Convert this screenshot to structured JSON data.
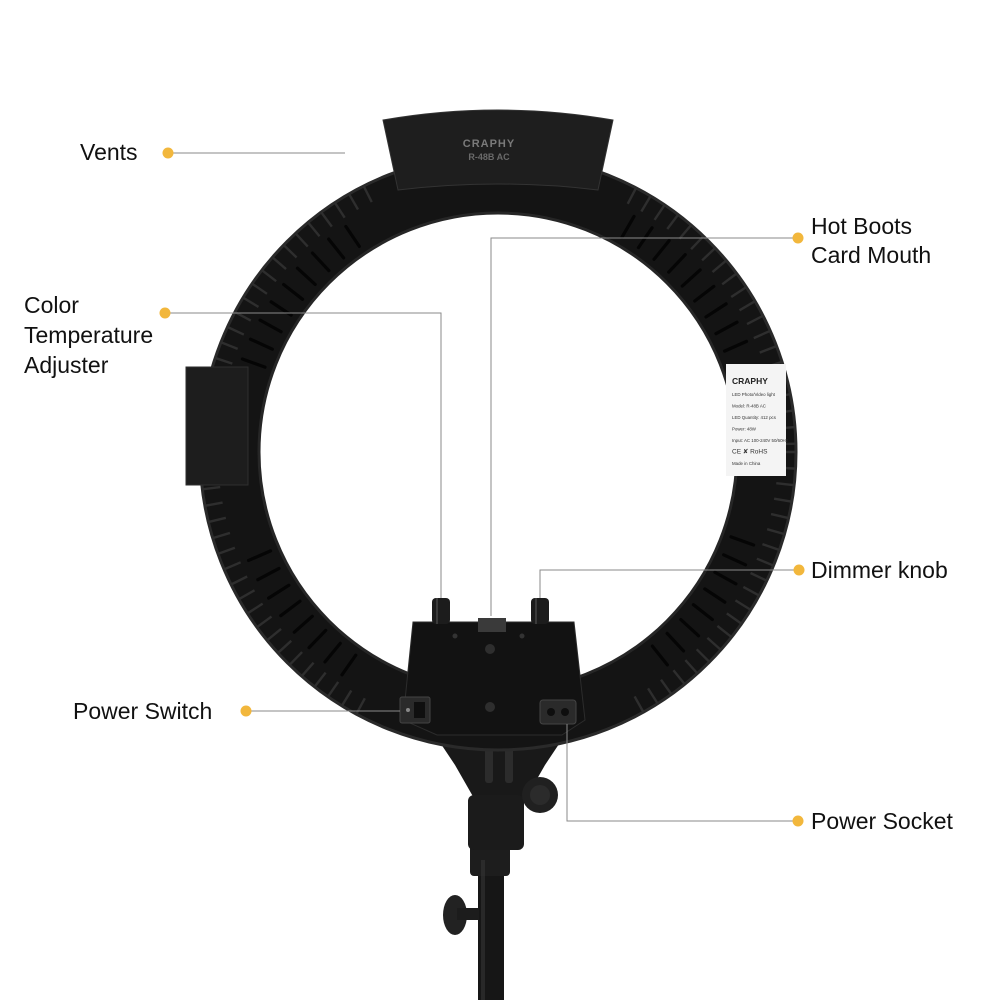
{
  "colors": {
    "accent_dot": "#f2b73c",
    "body": "#141414",
    "leader": "#8a8a8a",
    "label_panel": "#f4f4f4"
  },
  "device": {
    "top_brand": "CRAPHY",
    "top_model": "R-48B AC",
    "label_brand": "CRAPHY",
    "label_lines": [
      "LED Photo/Video light",
      "Model: R-48B AC",
      "LED Quantity: 412 pcs",
      "Power: 48W",
      "Input: AC 100-240V 50/60Hz",
      "CE  ✘  RoHS",
      "Made in China"
    ]
  },
  "callouts": [
    {
      "id": "vents",
      "lines": [
        "Vents"
      ],
      "icon": "dot"
    },
    {
      "id": "hot-boots",
      "lines": [
        "Hot Boots",
        "Card Mouth"
      ],
      "icon": "dot"
    },
    {
      "id": "color-temp",
      "lines": [
        "Color",
        "Temperature",
        "Adjuster"
      ],
      "icon": "dot"
    },
    {
      "id": "dimmer",
      "lines": [
        "Dimmer knob"
      ],
      "icon": "dot"
    },
    {
      "id": "power-switch",
      "lines": [
        "Power Switch"
      ],
      "icon": "dot"
    },
    {
      "id": "power-socket",
      "lines": [
        "Power Socket"
      ],
      "icon": "dot"
    }
  ]
}
